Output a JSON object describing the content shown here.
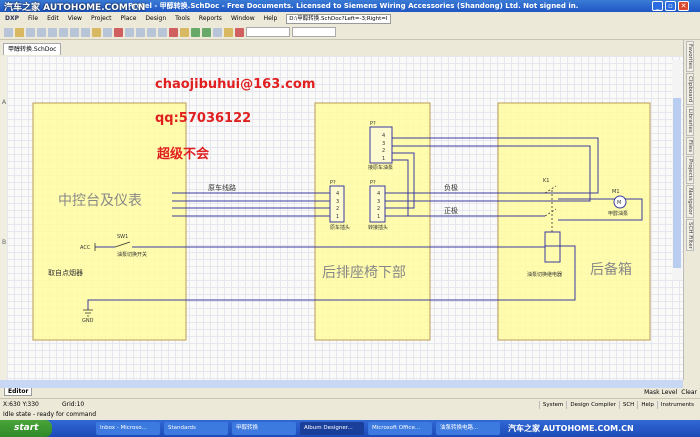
{
  "window": {
    "title": "Protel - 甲醇转换.SchDoc - Free Documents. Licensed to Siemens Wiring Accessories (Shandong) Ltd. Not signed in.",
    "watermark_top": "汽车之家 AUTOHOME.COM.CN"
  },
  "menu": {
    "items": [
      "DXP",
      "File",
      "Edit",
      "View",
      "Project",
      "Place",
      "Design",
      "Tools",
      "Reports",
      "Window",
      "Help"
    ],
    "path": "D:\\甲醇转换.SchDoc?Left=-3;Right=I"
  },
  "doc_tab": "甲醇转换.SchDoc",
  "ruler": {
    "a": "A",
    "b": "B"
  },
  "right_panels": [
    "Favorites",
    "Clipboard",
    "Libraries",
    "Files",
    "Projects",
    "Navigator",
    "SCH Filter"
  ],
  "schematic": {
    "email": "chaojibuhui@163.com",
    "qq": "qq:57036122",
    "note": "超级不会",
    "box_left": "中控台及仪表",
    "box_mid": "后排座椅下部",
    "box_right": "后备箱",
    "wire_label": "原车线路",
    "acc": "ACC",
    "sw": "SW1",
    "sw_label": "油泵切换开关",
    "source": "取自点烟器",
    "gnd": "GND",
    "p_designator": "P?",
    "pins": [
      "4",
      "3",
      "2",
      "1"
    ],
    "p1_label": "原车插头",
    "p2_label": "转接插头",
    "p3_label": "接原车油泵",
    "neg": "负极",
    "pos": "正极",
    "k1": "K1",
    "m1": "M1",
    "motor_label": "甲醇油泵",
    "relay_label": "油泵切换继电器"
  },
  "editor_tab": "Editor",
  "mask": {
    "mask_level": "Mask Level",
    "clear": "Clear"
  },
  "status": {
    "coords": "X:630 Y:330",
    "grid": "Grid:10",
    "state": "Idle state - ready for command",
    "buttons": [
      "System",
      "Design Compiler",
      "SCH",
      "Help",
      "Instruments"
    ]
  },
  "taskbar": {
    "start": "start",
    "tasks": [
      "Inbox - Microso...",
      "Standards",
      "甲醇转换",
      "Album Designer...",
      "Microsoft Office...",
      "油泵转换电路..."
    ],
    "watermark": "汽车之家 AUTOHOME.COM.CN"
  }
}
